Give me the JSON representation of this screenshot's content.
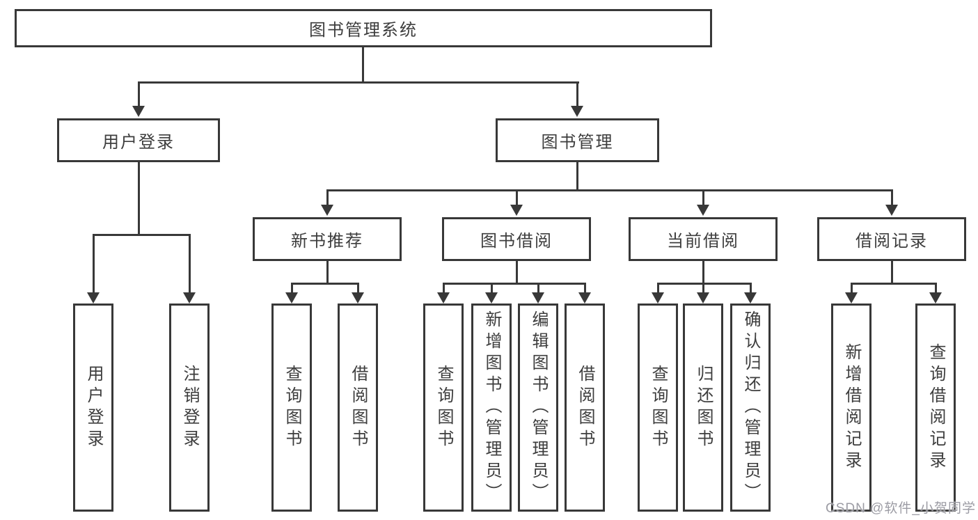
{
  "diagram_title": "图书管理系统",
  "colors": {
    "line": "#383838",
    "text": "#3d3d3d",
    "background": "#ffffff",
    "watermark": "#9c9ca4"
  },
  "nodes": {
    "root": "图书管理系统",
    "userLogin": "用户登录",
    "bookMgmt": "图书管理",
    "newBookRec": "新书推荐",
    "bookBorrow": "图书借阅",
    "currentBorrow": "当前借阅",
    "borrowRecord": "借阅记录",
    "leafLogin": "用户登录",
    "leafLogout": "注销登录",
    "recQuery": "查询图书",
    "recBorrow": "借阅图书",
    "bbQuery": "查询图书",
    "bbAdd": "新增图书（管理员）",
    "bbEdit": "编辑图书（管理员）",
    "bbBorrow": "借阅图书",
    "cbQuery": "查询图书",
    "cbReturn": "归还图书",
    "cbConfirm": "确认归还（管理员）",
    "brAdd": "新增借阅记录",
    "brQuery": "查询借阅记录"
  },
  "watermark": "CSDN @软件_小贺同学",
  "structure": {
    "root_children": [
      "用户登录",
      "图书管理"
    ],
    "用户登录_children": [
      "用户登录",
      "注销登录"
    ],
    "图书管理_children": [
      "新书推荐",
      "图书借阅",
      "当前借阅",
      "借阅记录"
    ],
    "新书推荐_children": [
      "查询图书",
      "借阅图书"
    ],
    "图书借阅_children": [
      "查询图书",
      "新增图书（管理员）",
      "编辑图书（管理员）",
      "借阅图书"
    ],
    "当前借阅_children": [
      "查询图书",
      "归还图书",
      "确认归还（管理员）"
    ],
    "借阅记录_children": [
      "新增借阅记录",
      "查询借阅记录"
    ]
  }
}
